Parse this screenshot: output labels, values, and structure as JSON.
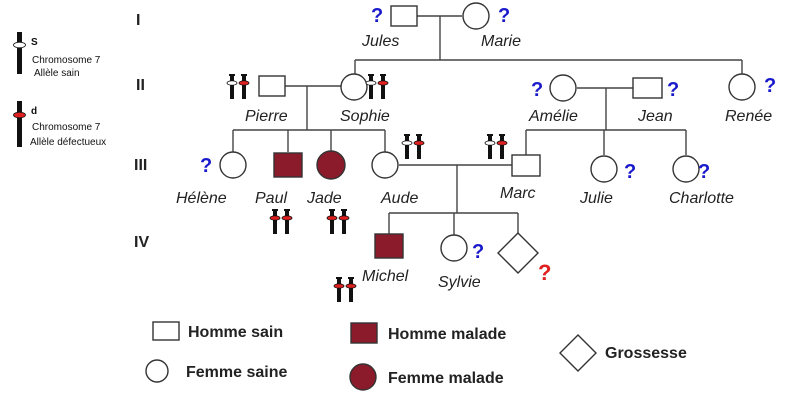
{
  "colors": {
    "affected": "#8b1a2b",
    "question": "#1a1acc",
    "question_pregnancy": "#e02020",
    "allele_defective": "#e02020"
  },
  "side_legend": {
    "healthy": {
      "letter": "S",
      "line1": "Chromosome 7",
      "line2": "Allèle sain"
    },
    "defective": {
      "letter": "d",
      "line1": "Chromosome 7",
      "line2": "Allèle défectueux"
    }
  },
  "generations": [
    "I",
    "II",
    "III",
    "IV"
  ],
  "question_mark": "?",
  "people": {
    "jules": "Jules",
    "marie": "Marie",
    "pierre": "Pierre",
    "sophie": "Sophie",
    "amelie": "Amélie",
    "jean": "Jean",
    "renee": "Renée",
    "helene": "Hélène",
    "paul": "Paul",
    "jade": "Jade",
    "aude": "Aude",
    "marc": "Marc",
    "julie": "Julie",
    "charlotte": "Charlotte",
    "michel": "Michel",
    "sylvie": "Sylvie"
  },
  "legend": {
    "homme_sain": "Homme sain",
    "homme_malade": "Homme malade",
    "femme_saine": "Femme saine",
    "femme_malade": "Femme malade",
    "grossesse": "Grossesse"
  }
}
